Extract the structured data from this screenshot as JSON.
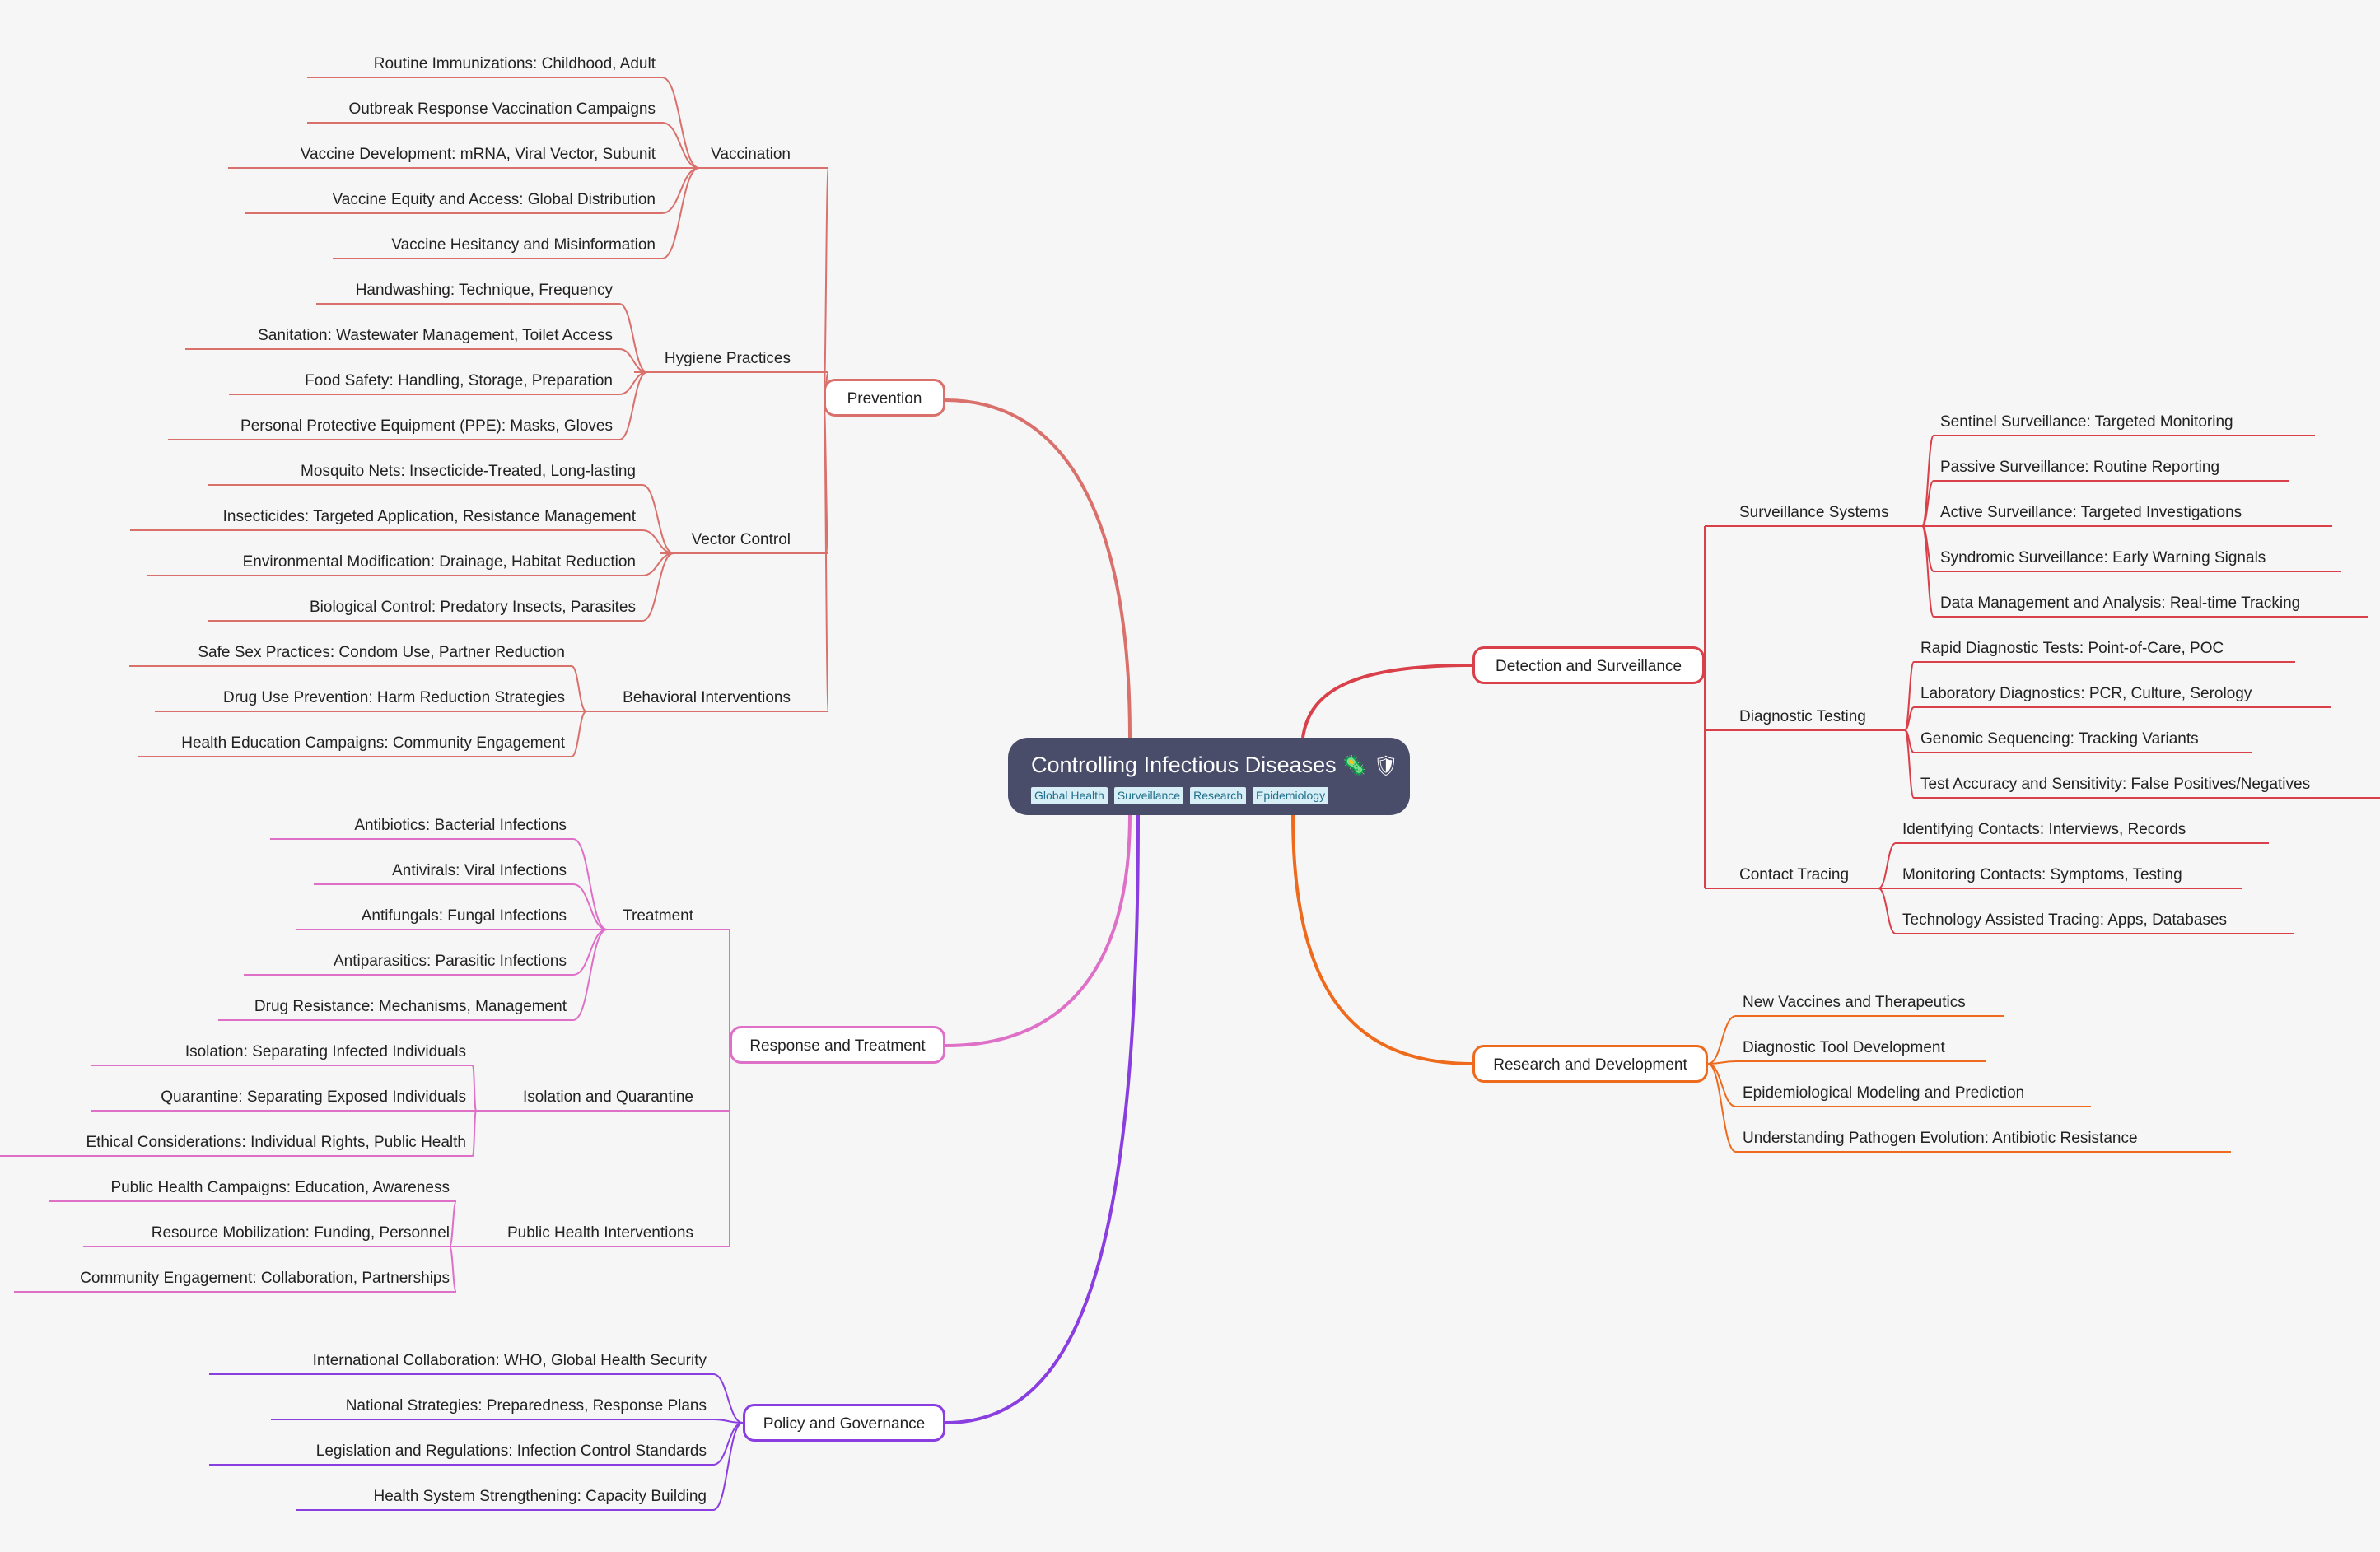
{
  "root": {
    "title": "Controlling Infectious Diseases",
    "tags": [
      "Global Health",
      "Surveillance",
      "Research",
      "Epidemiology"
    ],
    "icons": [
      "microbe-icon",
      "shield-icon"
    ]
  },
  "colors": {
    "prevention": "#d9706b",
    "detection": "#d9404a",
    "research": "#ee6a1c",
    "response": "#de70c8",
    "policy": "#8a3ee0",
    "root_bg": "#4a4d6a",
    "tag_bg": "#d8eef6"
  },
  "branches": {
    "prevention": {
      "label": "Prevention",
      "subs": [
        {
          "label": "Vaccination",
          "leaves": [
            "Routine Immunizations: Childhood, Adult",
            "Outbreak Response Vaccination Campaigns",
            "Vaccine Development: mRNA, Viral Vector, Subunit",
            "Vaccine Equity and Access: Global Distribution",
            "Vaccine Hesitancy and Misinformation"
          ]
        },
        {
          "label": "Hygiene Practices",
          "leaves": [
            "Handwashing: Technique, Frequency",
            "Sanitation: Wastewater Management, Toilet Access",
            "Food Safety: Handling, Storage, Preparation",
            "Personal Protective Equipment (PPE): Masks, Gloves"
          ]
        },
        {
          "label": "Vector Control",
          "leaves": [
            "Mosquito Nets: Insecticide-Treated, Long-lasting",
            "Insecticides: Targeted Application, Resistance Management",
            "Environmental Modification: Drainage, Habitat Reduction",
            "Biological Control: Predatory Insects, Parasites"
          ]
        },
        {
          "label": "Behavioral Interventions",
          "leaves": [
            "Safe Sex Practices: Condom Use, Partner Reduction",
            "Drug Use Prevention: Harm Reduction Strategies",
            "Health Education Campaigns: Community Engagement"
          ]
        }
      ]
    },
    "response": {
      "label": "Response and Treatment",
      "subs": [
        {
          "label": "Treatment",
          "leaves": [
            "Antibiotics: Bacterial Infections",
            "Antivirals: Viral Infections",
            "Antifungals: Fungal Infections",
            "Antiparasitics: Parasitic Infections",
            "Drug Resistance: Mechanisms, Management"
          ]
        },
        {
          "label": "Isolation and Quarantine",
          "leaves": [
            "Isolation: Separating Infected Individuals",
            "Quarantine: Separating Exposed Individuals",
            "Ethical Considerations: Individual Rights, Public Health"
          ]
        },
        {
          "label": "Public Health Interventions",
          "leaves": [
            "Public Health Campaigns: Education, Awareness",
            "Resource Mobilization: Funding, Personnel",
            "Community Engagement: Collaboration, Partnerships"
          ]
        }
      ]
    },
    "policy": {
      "label": "Policy and Governance",
      "leaves": [
        "International Collaboration: WHO, Global Health Security",
        "National Strategies: Preparedness, Response Plans",
        "Legislation and Regulations: Infection Control Standards",
        "Health System Strengthening: Capacity Building"
      ]
    },
    "detection": {
      "label": "Detection and Surveillance",
      "subs": [
        {
          "label": "Surveillance Systems",
          "leaves": [
            "Sentinel Surveillance: Targeted Monitoring",
            "Passive Surveillance: Routine Reporting",
            "Active Surveillance: Targeted Investigations",
            "Syndromic Surveillance: Early Warning Signals",
            "Data Management and Analysis: Real-time Tracking"
          ]
        },
        {
          "label": "Diagnostic Testing",
          "leaves": [
            "Rapid Diagnostic Tests: Point-of-Care, POC",
            "Laboratory Diagnostics: PCR, Culture, Serology",
            "Genomic Sequencing: Tracking Variants",
            "Test Accuracy and Sensitivity: False Positives/Negatives"
          ]
        },
        {
          "label": "Contact Tracing",
          "leaves": [
            "Identifying Contacts: Interviews, Records",
            "Monitoring Contacts: Symptoms, Testing",
            "Technology Assisted Tracing: Apps, Databases"
          ]
        }
      ]
    },
    "research": {
      "label": "Research and Development",
      "leaves": [
        "New Vaccines and Therapeutics",
        "Diagnostic Tool Development",
        "Epidemiological Modeling and Prediction",
        "Understanding Pathogen Evolution: Antibiotic Resistance"
      ]
    }
  }
}
